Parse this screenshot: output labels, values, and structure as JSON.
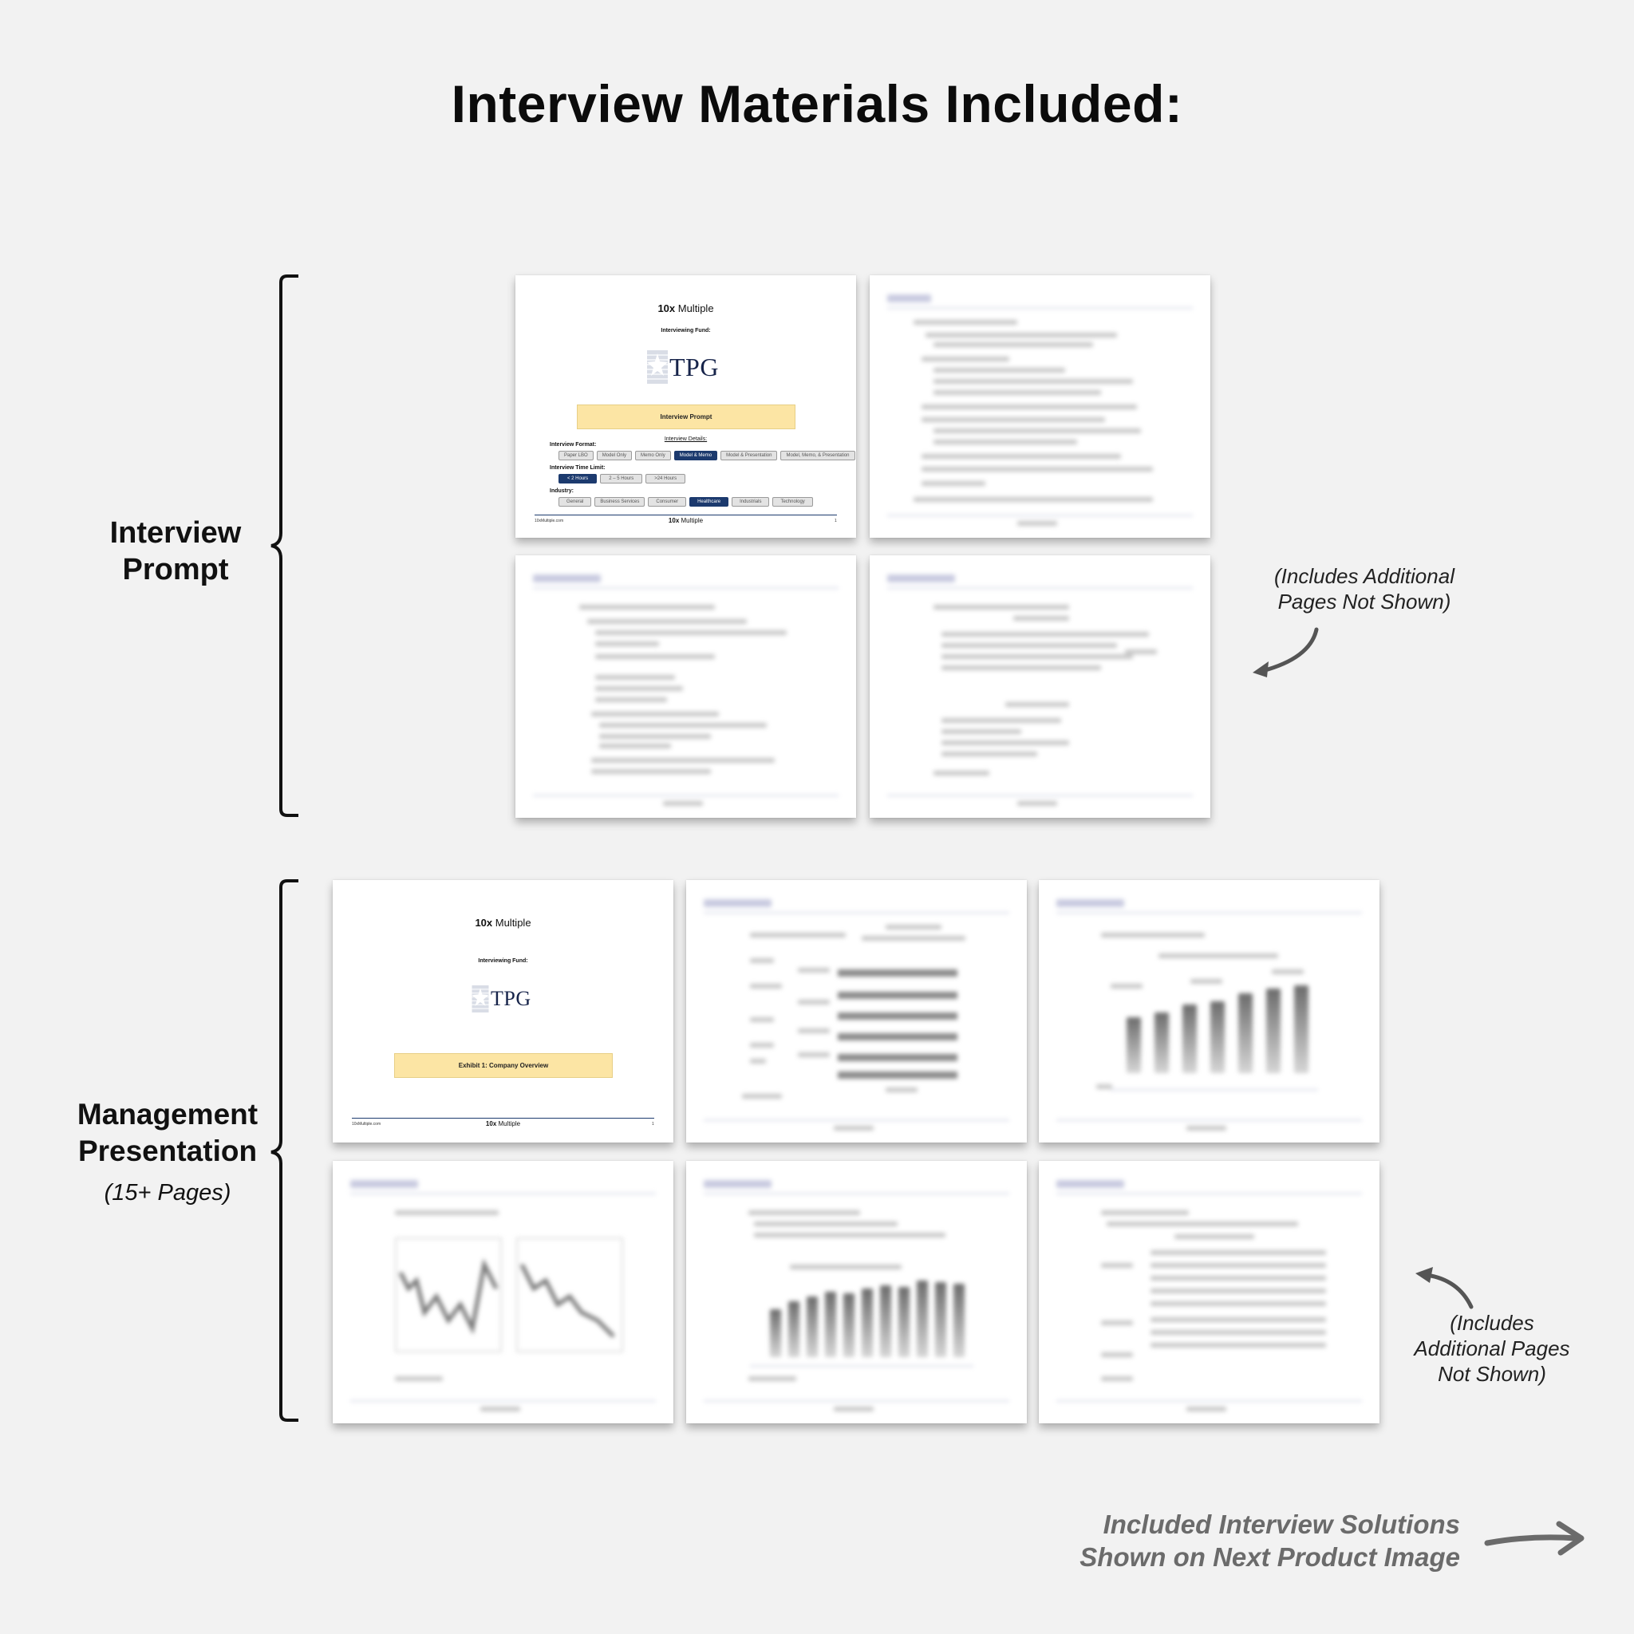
{
  "title": "Interview Materials Included:",
  "prompt_section": {
    "label_line1": "Interview",
    "label_line2": "Prompt",
    "note_line1": "(Includes Additional",
    "note_line2": "Pages Not Shown)",
    "cover": {
      "brand_bold": "10x",
      "brand_rest": " Multiple",
      "fund_label": "Interviewing Fund:",
      "fund_logo": "TPG",
      "banner": "Interview Prompt",
      "details_label": "Interview Details:",
      "format_label": "Interview Format:",
      "format_options": [
        "Paper LBO",
        "Model Only",
        "Memo Only",
        "Model & Memo",
        "Model & Presentation",
        "Model, Memo, & Presentation"
      ],
      "format_selected": "Model & Memo",
      "time_label": "Interview Time Limit:",
      "time_options": [
        "< 2 Hours",
        "2 – 5 Hours",
        ">24 Hours"
      ],
      "time_selected": "< 2 Hours",
      "industry_label": "Industry:",
      "industry_options": [
        "General",
        "Business Services",
        "Consumer",
        "Healthcare",
        "Industrials",
        "Technology"
      ],
      "industry_selected": "Healthcare",
      "footer_left": "10xMultiple.com",
      "footer_brand_bold": "10x",
      "footer_brand_rest": " Multiple",
      "footer_page": "1"
    }
  },
  "presentation_section": {
    "label_line1": "Management",
    "label_line2": "Presentation",
    "label_sub": "(15+ Pages)",
    "note_line1": "(Includes",
    "note_line2": "Additional Pages",
    "note_line3": "Not Shown)",
    "cover": {
      "brand_bold": "10x",
      "brand_rest": " Multiple",
      "fund_label": "Interviewing Fund:",
      "fund_logo": "TPG",
      "banner": "Exhibit 1: Company Overview",
      "footer_left": "10xMultiple.com",
      "footer_brand_bold": "10x",
      "footer_brand_rest": " Multiple",
      "footer_page": "1"
    }
  },
  "cta_line1": "Included Interview Solutions",
  "cta_line2": "Shown on Next Product Image",
  "colors": {
    "background": "#f2f2f2",
    "navy": "#1c3a6e",
    "banner_yellow": "#fce5a4",
    "cta_gray": "#6b6b6b"
  },
  "icons": [
    "left-curly-bracket-icon",
    "curved-arrow-icon",
    "right-arrow-icon",
    "tpg-star-logo-icon"
  ]
}
